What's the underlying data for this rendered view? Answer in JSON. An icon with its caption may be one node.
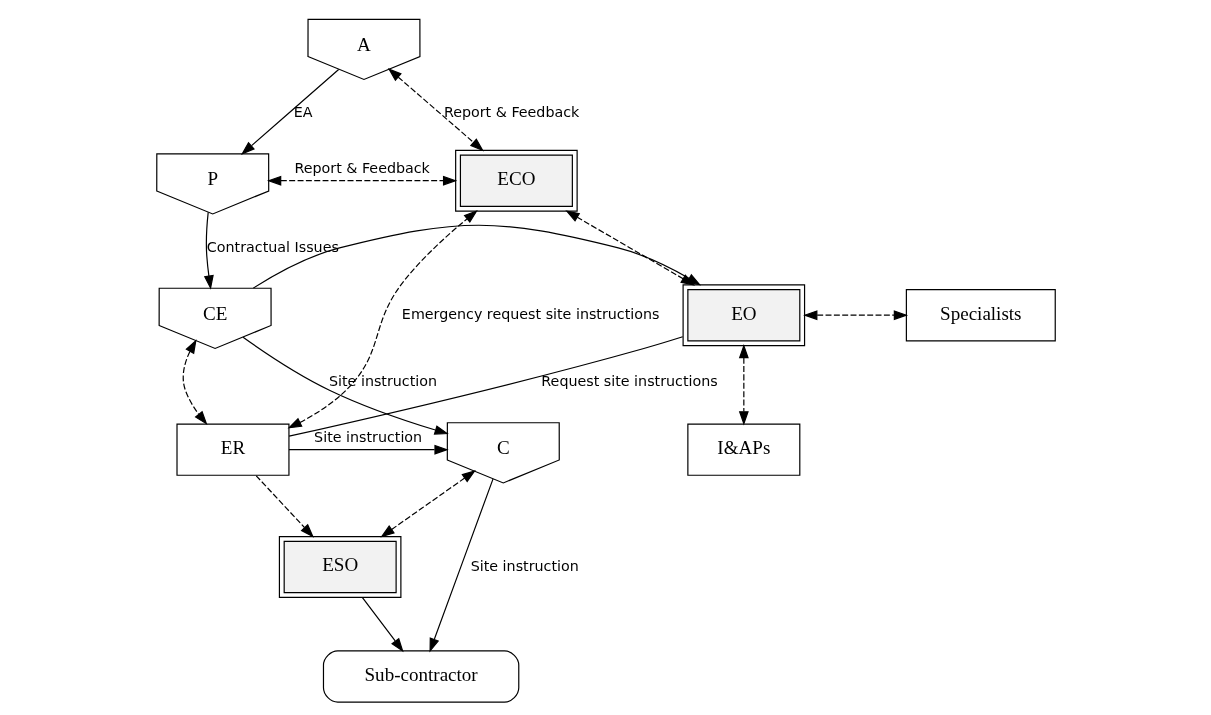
{
  "diagram": {
    "nodes": [
      {
        "text": [
          "A"
        ]
      },
      {
        "text": [
          "P"
        ]
      },
      {
        "text": [
          "CE"
        ]
      },
      {
        "text": [
          "C"
        ]
      },
      {
        "text": [
          "Sub-contractor"
        ]
      },
      {
        "text": [
          "ECO"
        ]
      },
      {
        "text": [
          "EO"
        ]
      },
      {
        "text": [
          "Specialists"
        ]
      },
      {
        "text": [
          "ER"
        ]
      },
      {
        "text": [
          "I&APs"
        ]
      },
      {
        "text": [
          "ESO"
        ]
      }
    ],
    "edges": [
      {
        "from": 0,
        "to": 1,
        "arrow": "to",
        "label": "EA"
      },
      {
        "from": 0,
        "to": 5,
        "arrow": "both",
        "style": "dashed",
        "label": "Report & Feedback"
      },
      {
        "from": 1,
        "to": 5,
        "arrow": "both",
        "style": "dashed",
        "label": "Report & Feedback"
      },
      {
        "from": 1,
        "to": 2,
        "arrow": "to",
        "label": "Contractual Issues"
      },
      {
        "from": 2,
        "to": 6,
        "arrow": "to"
      },
      {
        "from": 2,
        "to": 8,
        "arrow": "both",
        "style": "dashed"
      },
      {
        "from": 6,
        "to": 5,
        "arrow": "both",
        "style": "dashed"
      },
      {
        "from": 6,
        "to": 7,
        "arrow": "both",
        "style": "dashed"
      },
      {
        "from": 6,
        "to": 9,
        "arrow": "both",
        "style": "dashed"
      },
      {
        "from": 6,
        "to": 8,
        "arrow": "none",
        "label": "Request site instructions"
      },
      {
        "from": 8,
        "to": 5,
        "arrow": "both",
        "style": "dashed",
        "label": "Emergency request site instructions"
      },
      {
        "from": 2,
        "to": 3,
        "arrow": "to",
        "label": "Site instruction"
      },
      {
        "from": 8,
        "to": 3,
        "arrow": "to",
        "label": "Site instruction"
      },
      {
        "from": 8,
        "to": 10,
        "arrow": "to",
        "style": "dashed"
      },
      {
        "from": 3,
        "to": 10,
        "arrow": "both",
        "style": "dashed"
      },
      {
        "from": 3,
        "to": 4,
        "arrow": "to",
        "label": "Site instruction"
      },
      {
        "from": 10,
        "to": 4,
        "arrow": "to"
      }
    ]
  }
}
